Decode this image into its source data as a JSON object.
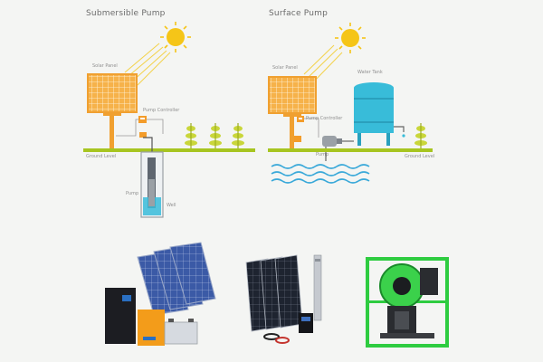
{
  "diagrams": {
    "submersible": {
      "title": "Submersible Pump",
      "labels": {
        "solar_panel": "Solar Panel",
        "pump_controller": "Pump Controller",
        "ground_level": "Ground Level",
        "pump": "Pump",
        "well": "Well"
      }
    },
    "surface": {
      "title": "Surface Pump",
      "labels": {
        "solar_panel": "Solar Panel",
        "water_tank": "Water Tank",
        "pump_controller": "Pump Controller",
        "pump": "Pump",
        "ground_level": "Ground Level"
      }
    }
  },
  "colors": {
    "sun": "#f5c518",
    "sun_rays": "#f3d24a",
    "panel_frame": "#f0a030",
    "panel_cell": "#f6b24a",
    "ground": "#a7c520",
    "crops": "#c9d63a",
    "tank": "#38bcd9",
    "water": "#3aa9d9",
    "controller": "#f39c2a",
    "pump_body": "#9aa0a6",
    "frame_green": "#2ecc40"
  },
  "products": [
    {
      "name": "solar-kit-with-inverter-and-batteries"
    },
    {
      "name": "solar-pump-kit-with-panel-and-submersible-pump"
    },
    {
      "name": "green-frame-solar-pump-unit"
    }
  ]
}
